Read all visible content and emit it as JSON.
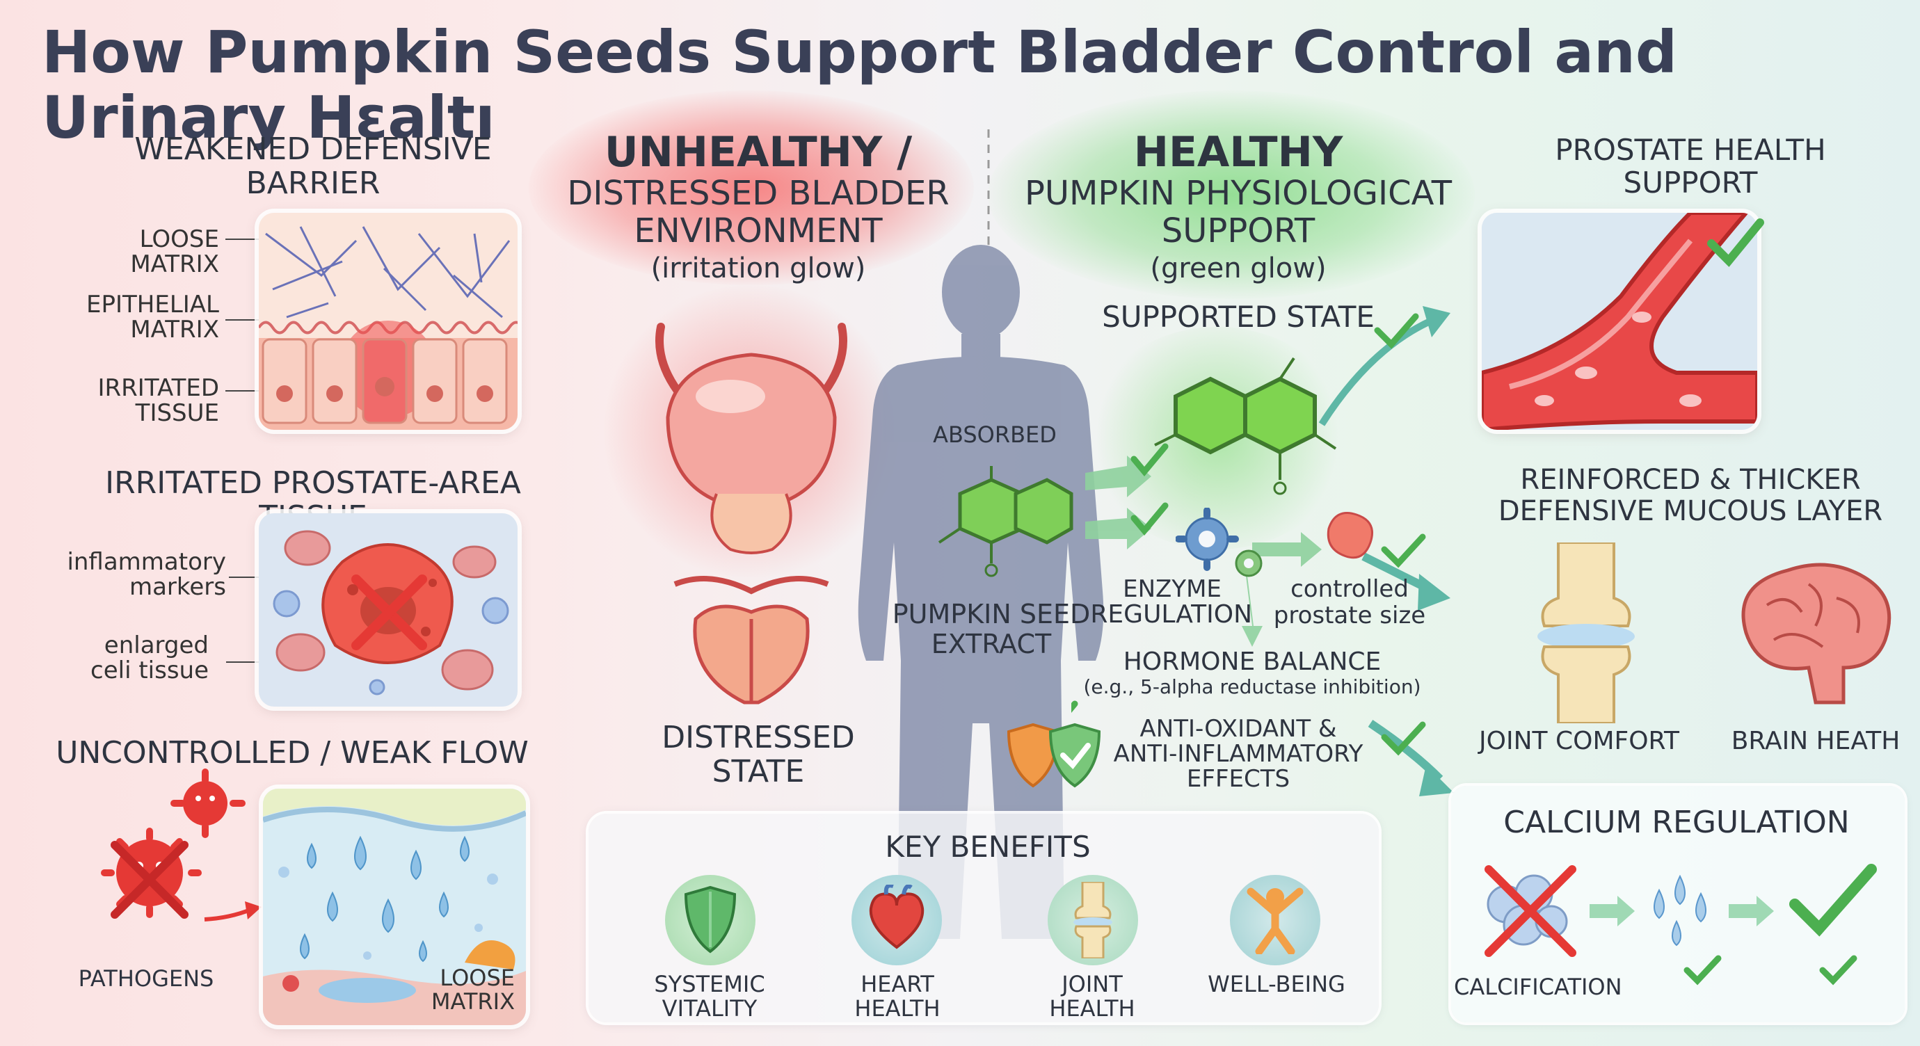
{
  "title": "How Pumpkin Seeds Support Bladder Control and Urinary Hɛaltı",
  "left": {
    "weakened": {
      "heading_1": "WEAKENED DEFENSIVE",
      "heading_2": "BARRIER",
      "label_1a": "LOOSE",
      "label_1b": "MATRIX",
      "label_2a": "EPITHELIAL",
      "label_2b": "MATRIX",
      "label_3a": "IRRITATED",
      "label_3b": "TISSUE"
    },
    "prostate": {
      "heading": "IRRITATED PROSTATE-AREA TISSUE",
      "label_1a": "inflammatory",
      "label_1b": "markers",
      "label_2a": "enlarged",
      "label_2b": "celi tissue"
    },
    "flow": {
      "heading": "UNCONTROLLED / WEAK FLOW",
      "pathogens": "PATHOGENS",
      "loose_a": "LOOSE",
      "loose_b": "MATRIX"
    }
  },
  "unhealthy": {
    "title": "UNHEALTHY /",
    "sub_1": "DISTRESSED BLADDER",
    "sub_2": "ENVIRONMENT",
    "glow": "(irritation glow)",
    "state_1": "DISTRESSED",
    "state_2": "STATE"
  },
  "healthy": {
    "title": "HEALTHY",
    "sub_1": "PUMPKIN PHYSIOLOGICAT",
    "sub_2": "SUPPORT",
    "glow": "(green glow)",
    "state": "SUPPORTED STATE"
  },
  "center": {
    "absorbed": "ABSORBED",
    "extract_1": "PUMPKIN SEED",
    "extract_2": "EXTRACT",
    "enzyme_1": "ENZYME",
    "enzyme_2": "REGULATION",
    "prostate_size_1": "controlled",
    "prostate_size_2": "prostate size",
    "hormone_1": "HORMONE BALANCE",
    "hormone_2": "(e.g., 5-alpha reductase inhibition)",
    "antiox_1": "ANTI-OXIDANT &",
    "antiox_2": "ANTI-INFLAMMATORY",
    "antiox_3": "EFFECTS"
  },
  "right": {
    "prostate_1": "PROSTATE HEALTH",
    "prostate_2": "SUPPORT",
    "reinforced_1": "REINFORCED & THICKER",
    "reinforced_2": "DEFENSIVE MUCOUS LAYER",
    "joint": "JOINT COMFORT",
    "brain": "BRAIN HEATH",
    "calcium_title": "CALCIUM REGULATION",
    "calcification": "CALCIFICATION"
  },
  "benefits": {
    "title": "KEY BENEFITS",
    "items": [
      {
        "line1": "SYSTEMIC",
        "line2": "VITALITY",
        "icon": "shield-icon"
      },
      {
        "line1": "HEART",
        "line2": "HEALTH",
        "icon": "heart-icon"
      },
      {
        "line1": "JOINT",
        "line2": "HEALTH",
        "icon": "joint-icon"
      },
      {
        "line1": "WELL-BEING",
        "line2": "",
        "icon": "person-joy-icon"
      }
    ]
  },
  "colors": {
    "title": "#3a4057",
    "red_glow": "#f26a6a",
    "green_glow": "#6fd07a",
    "check": "#4caf50",
    "cross": "#e53935"
  }
}
